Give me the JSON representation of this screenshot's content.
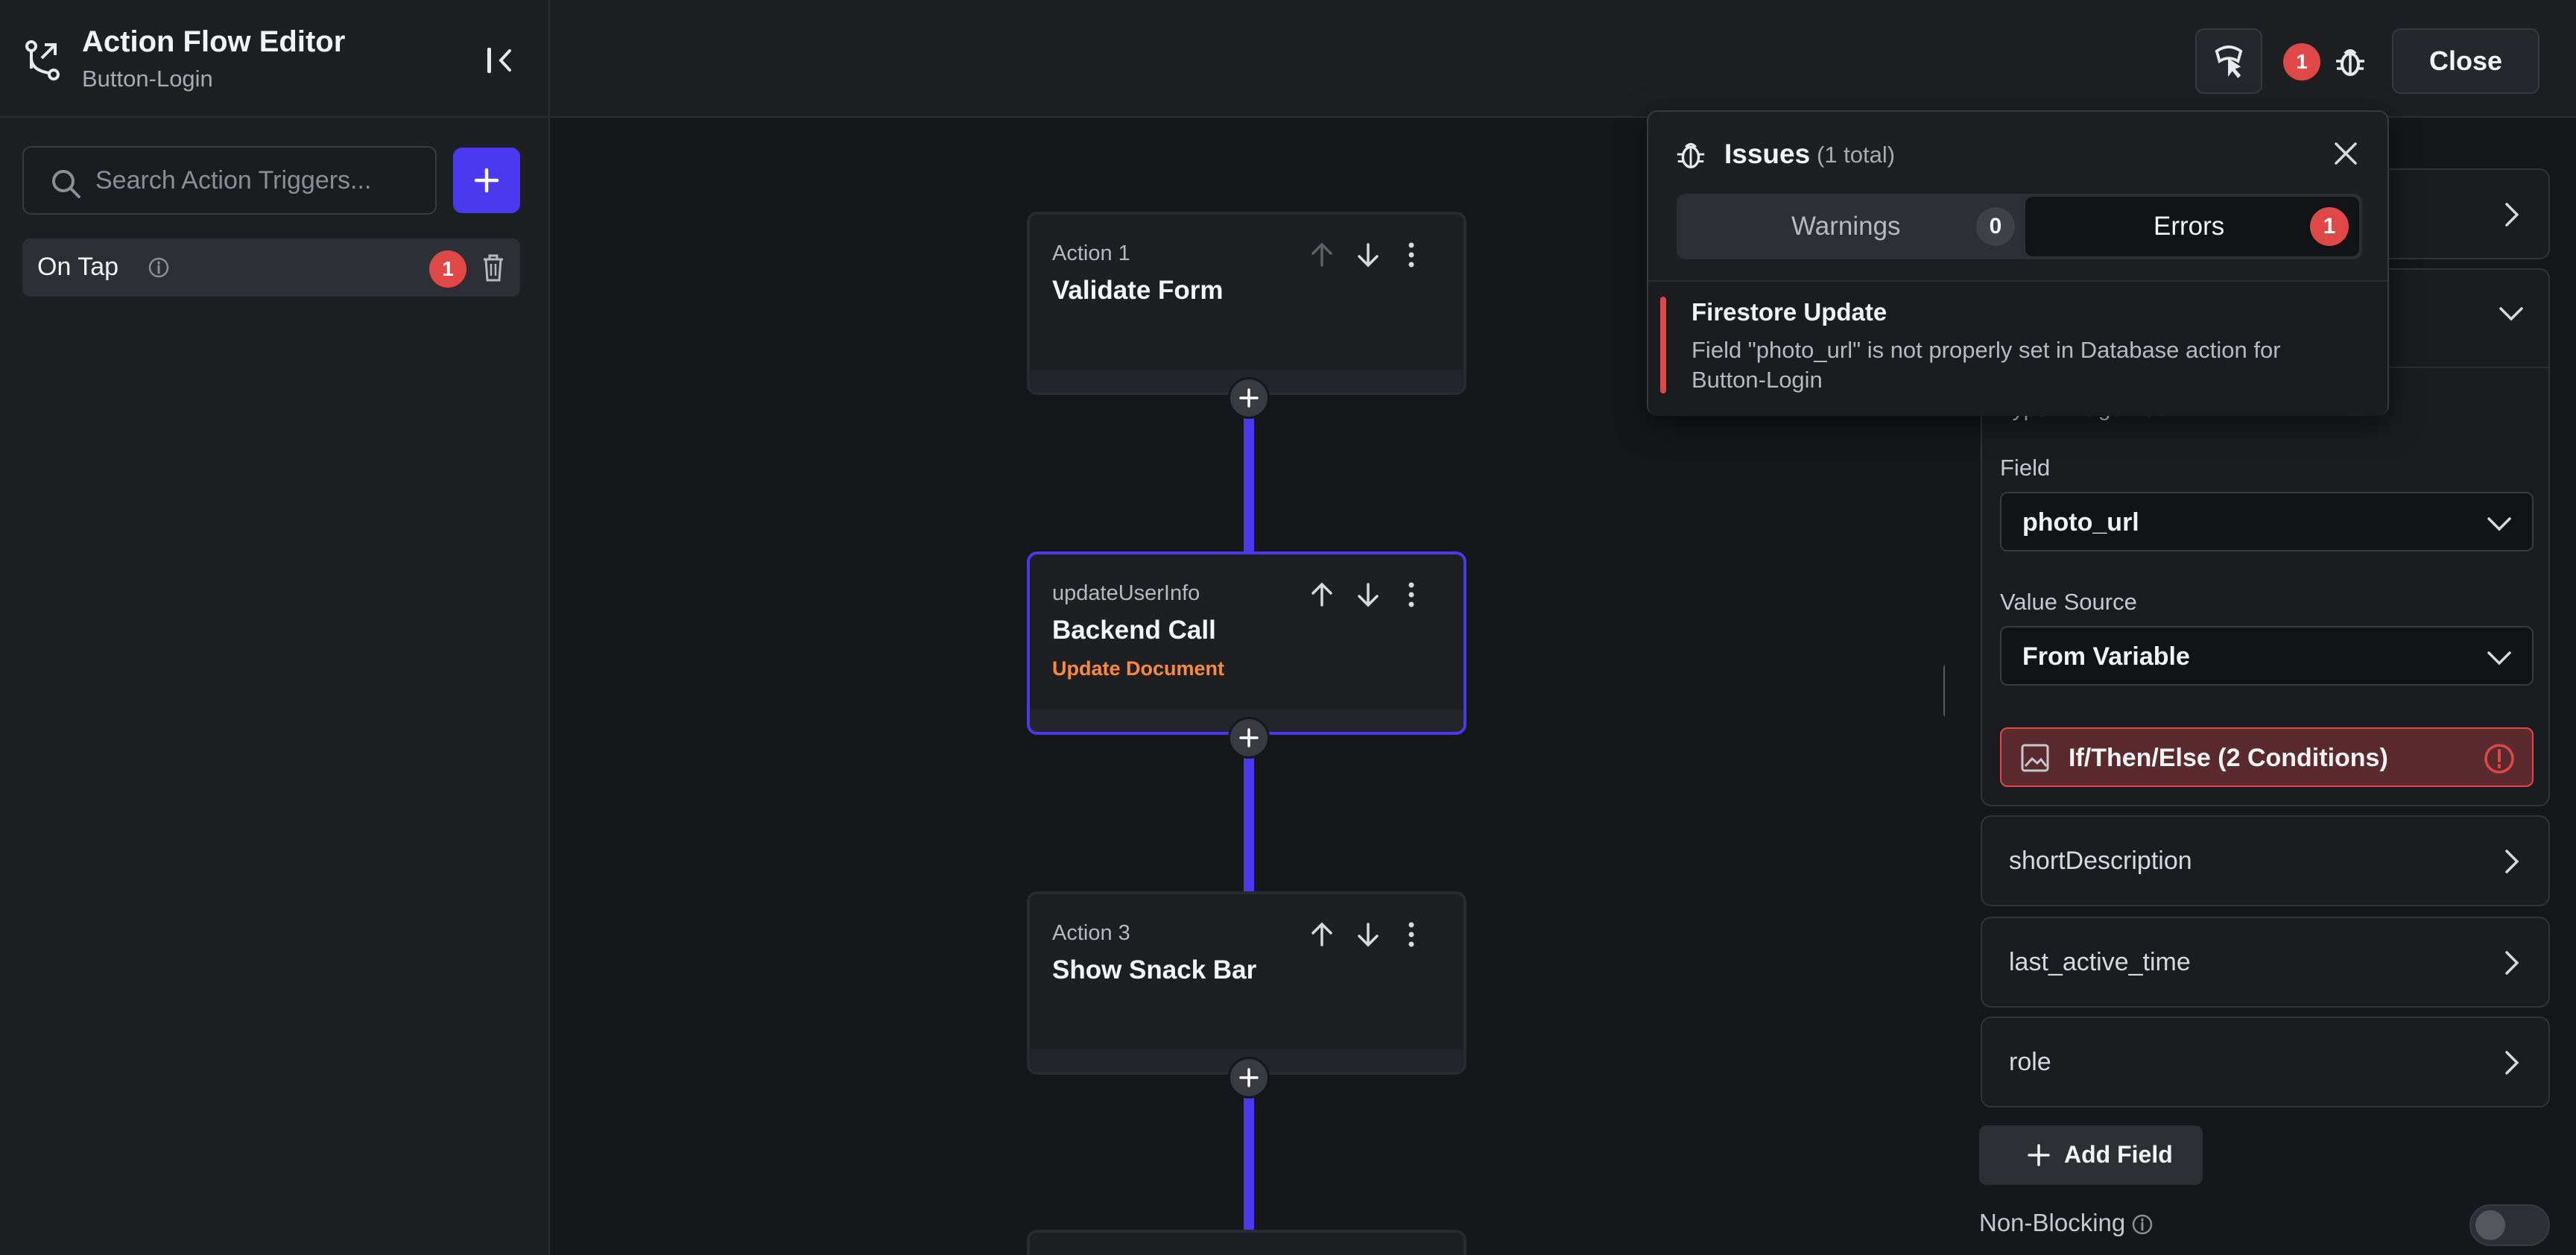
{
  "header": {
    "title": "Action Flow Editor",
    "subtitle": "Button-Login",
    "issue_count": "1",
    "close_label": "Close"
  },
  "icons": {
    "flow": "flow-branch-icon",
    "collapse": "collapse-panel-icon",
    "agent": "agent-cursor-icon",
    "bug": "bug-icon"
  },
  "sidebar": {
    "search_placeholder": "Search Action Triggers...",
    "trigger": {
      "label": "On Tap",
      "error_count": "1"
    }
  },
  "actions": [
    {
      "kicker": "Action 1",
      "title": "Validate Form",
      "subtitle": ""
    },
    {
      "kicker": "updateUserInfo",
      "title": "Backend Call",
      "subtitle": "Update Document"
    },
    {
      "kicker": "Action 3",
      "title": "Show Snack Bar",
      "subtitle": ""
    }
  ],
  "properties": {
    "type_line": "Type: Image Path",
    "field_label": "Field",
    "field_value": "photo_url",
    "source_label": "Value Source",
    "source_value": "From Variable",
    "condition": "If/Then/Else (2 Conditions)",
    "fields": [
      "shortDescription",
      "last_active_time",
      "role"
    ],
    "add_field": "Add Field",
    "non_blocking": "Non-Blocking"
  },
  "issues": {
    "title": "Issues",
    "total": "(1 total)",
    "warnings_label": "Warnings",
    "warnings_count": "0",
    "errors_label": "Errors",
    "errors_count": "1",
    "items": [
      {
        "title": "Firestore Update",
        "description": "Field \"photo_url\" is not properly set in Database action for Button-Login"
      }
    ]
  },
  "colors": {
    "accent": "#4b39ef",
    "error": "#e04848",
    "warning_text": "#ff8a3d",
    "background": "#16171a",
    "panel": "#1e1f23"
  }
}
